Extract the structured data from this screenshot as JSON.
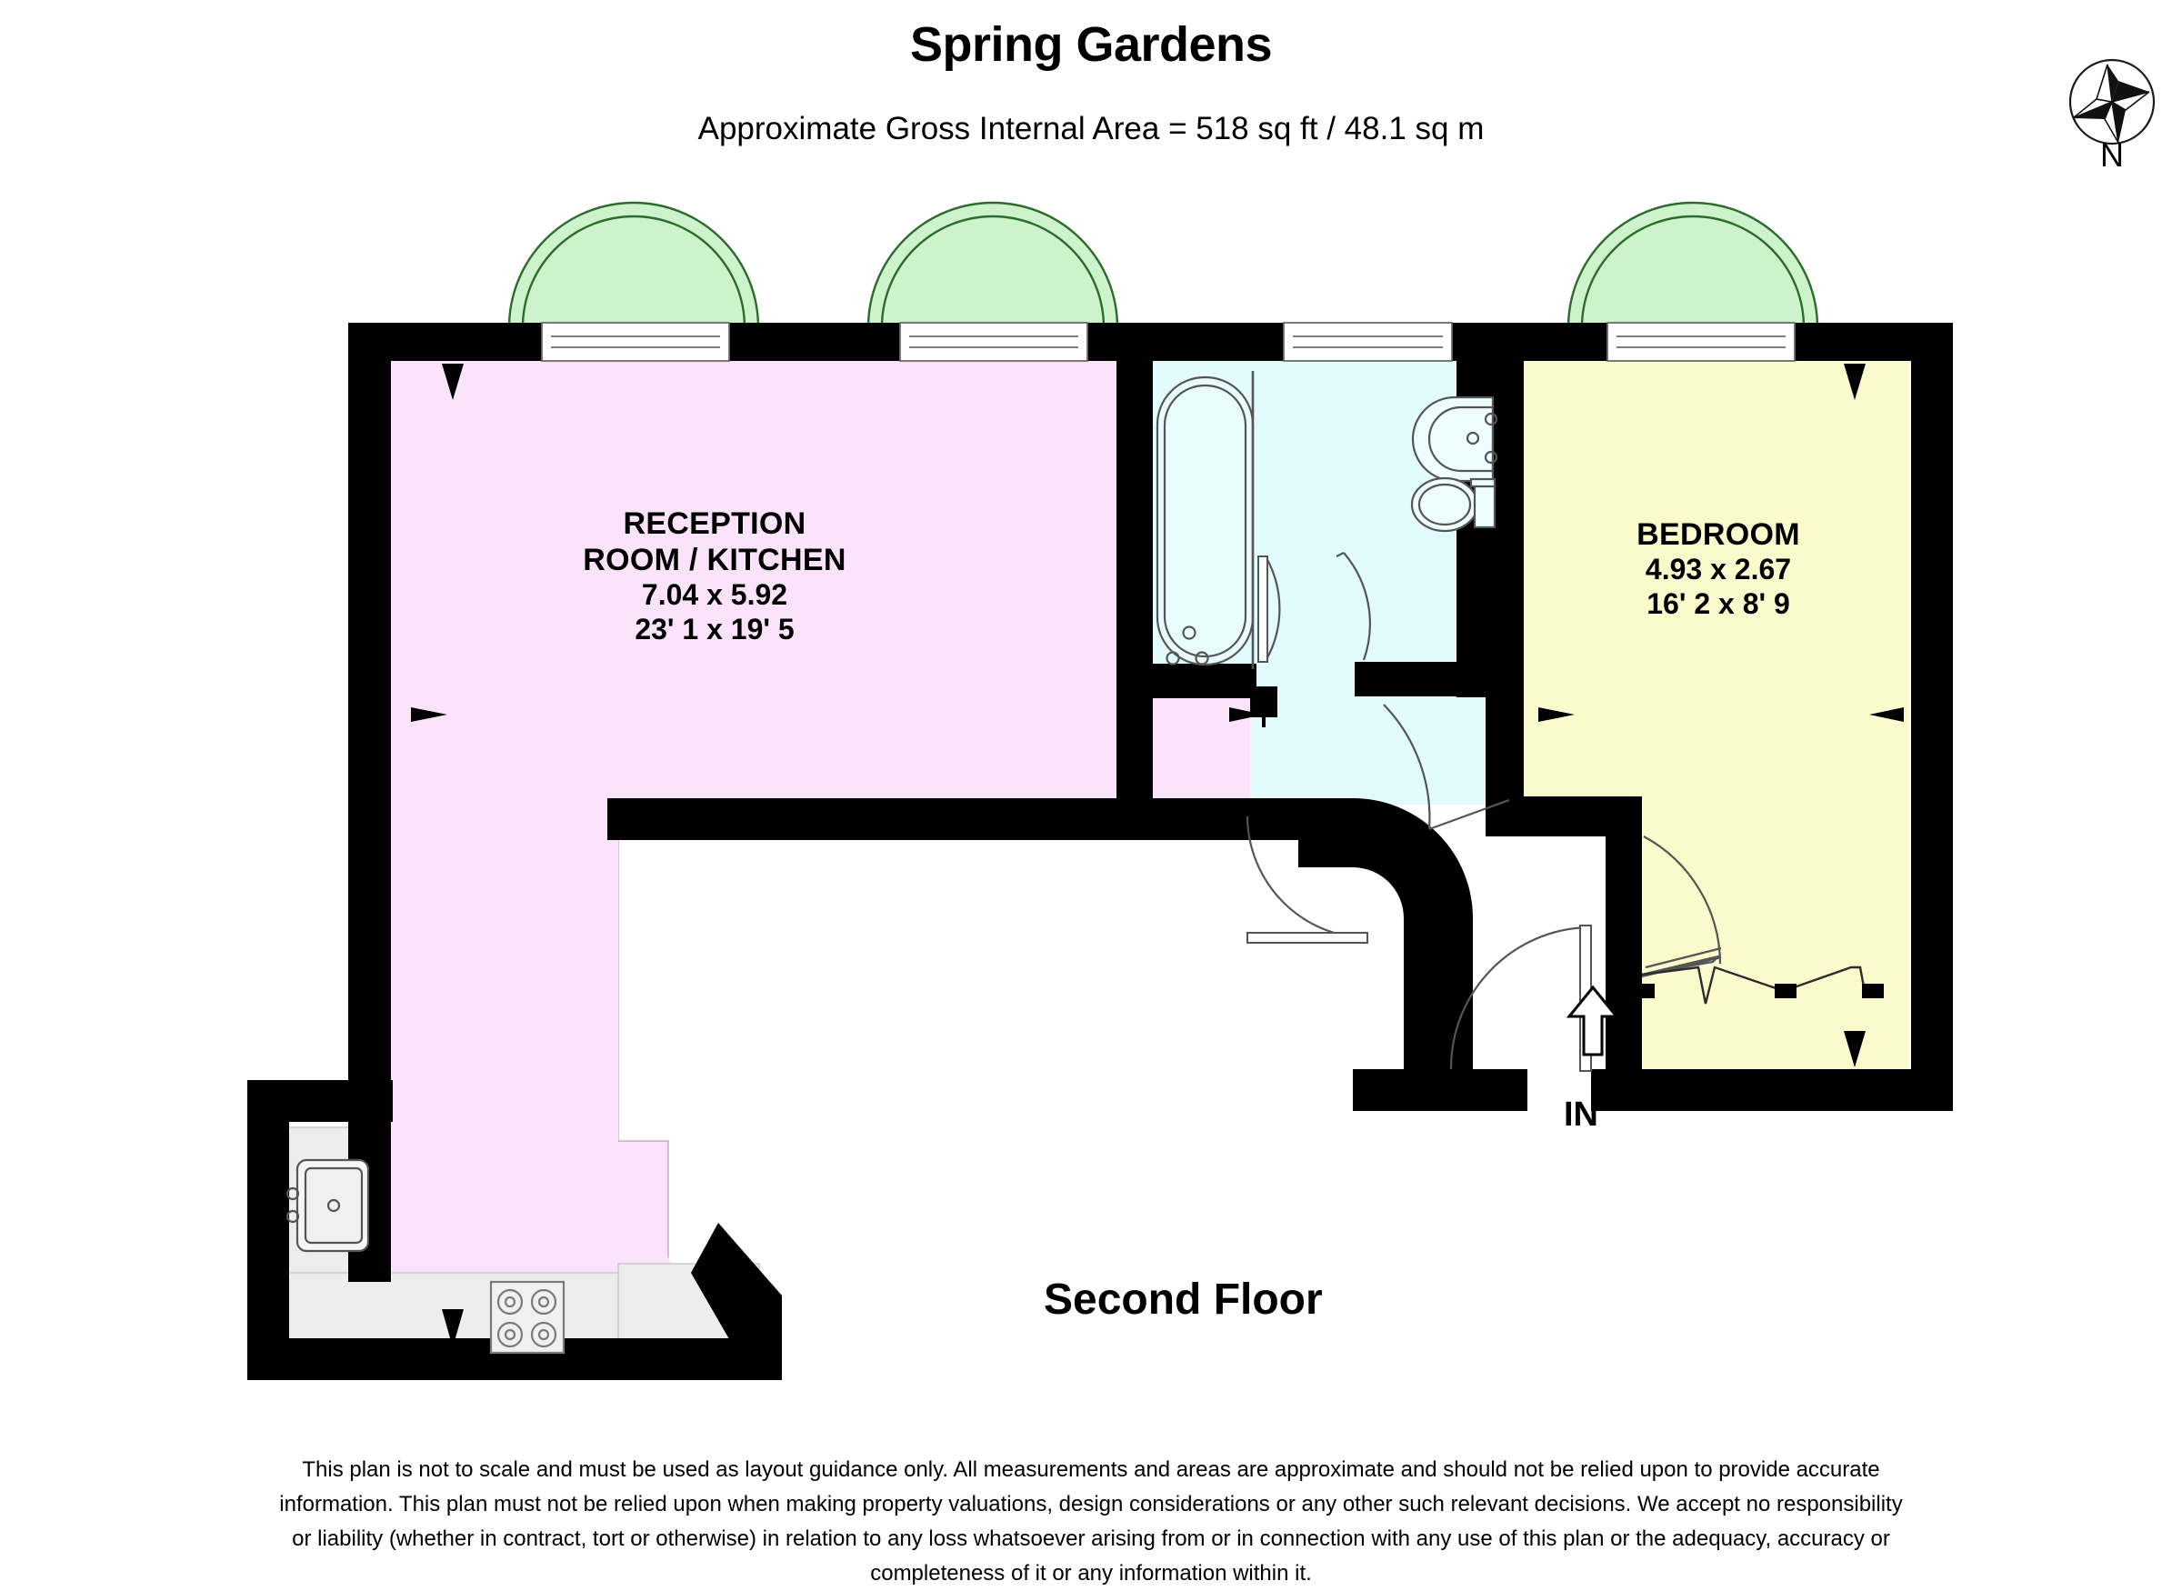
{
  "header": {
    "title": "Spring Gardens",
    "area_line": "Approximate Gross Internal Area = 518 sq ft / 48.1 sq m"
  },
  "compass": {
    "icon": "compass-rose-icon",
    "north_label": "N"
  },
  "floor": {
    "label": "Second Floor"
  },
  "entry": {
    "label": "IN",
    "icon": "up-arrow-icon"
  },
  "rooms": [
    {
      "key": "reception",
      "name_line1": "RECEPTION",
      "name_line2": "ROOM / KITCHEN",
      "metric": "7.04 x 5.92",
      "imperial": "23' 1 x 19' 5",
      "color": "#fce3fc"
    },
    {
      "key": "bedroom",
      "name_line1": "BEDROOM",
      "metric": "4.93 x 2.67",
      "imperial": "16' 2 x 8' 9",
      "color": "#fbfacd"
    },
    {
      "key": "bathroom",
      "name_line1": "",
      "metric": "",
      "imperial": "",
      "color": "#e2fbfc"
    }
  ],
  "colors": {
    "wall": "#000000",
    "reception_fill": "#fce3fc",
    "bedroom_fill": "#fbfacd",
    "bathroom_fill": "#e2fbfc",
    "bay_fill": "#cdf3cd",
    "counter_fill": "#ececec",
    "window_fill": "#ffffff",
    "outline": "#555555",
    "text": "#000000",
    "background": "#ffffff"
  },
  "fixtures": [
    {
      "name": "bathtub-icon"
    },
    {
      "name": "wash-basin-icon"
    },
    {
      "name": "toilet-icon"
    },
    {
      "name": "kitchen-sink-icon"
    },
    {
      "name": "hob-icon"
    },
    {
      "name": "door-swing-icon"
    },
    {
      "name": "window-icon"
    },
    {
      "name": "bay-window-icon"
    },
    {
      "name": "dimension-arrow-icon"
    },
    {
      "name": "wardrobe-icon"
    }
  ],
  "disclaimer": {
    "text": "This plan is not to scale and must be used as layout guidance only. All measurements and areas are approximate and should not be relied upon to provide accurate information. This plan must not be relied upon when making property valuations, design considerations or any other such relevant decisions. We accept no responsibility or liability (whether in contract, tort or otherwise) in relation to any loss whatsoever arising from or in connection with any use of this plan or the adequacy, accuracy or completeness of it or any information within it."
  }
}
